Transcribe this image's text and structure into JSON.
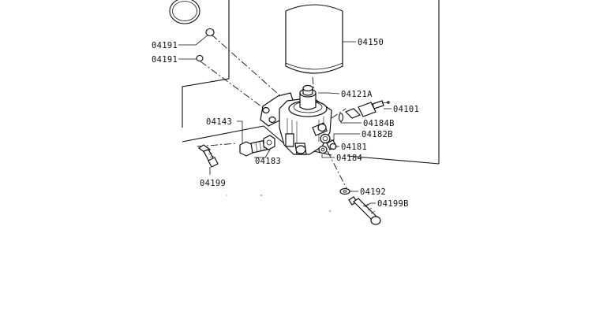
{
  "diagram": {
    "labels": {
      "p04191a": "04191",
      "p04191b": "04191",
      "p04150": "04150",
      "p04121A": "04121A",
      "p04101": "04101",
      "p04184B": "04184B",
      "p04182B": "04182B",
      "p04143": "04143",
      "p04181": "04181",
      "p04183": "04183",
      "p04184": "04184",
      "p04199": "04199",
      "p04192": "04192",
      "p04199B": "04199B"
    }
  }
}
